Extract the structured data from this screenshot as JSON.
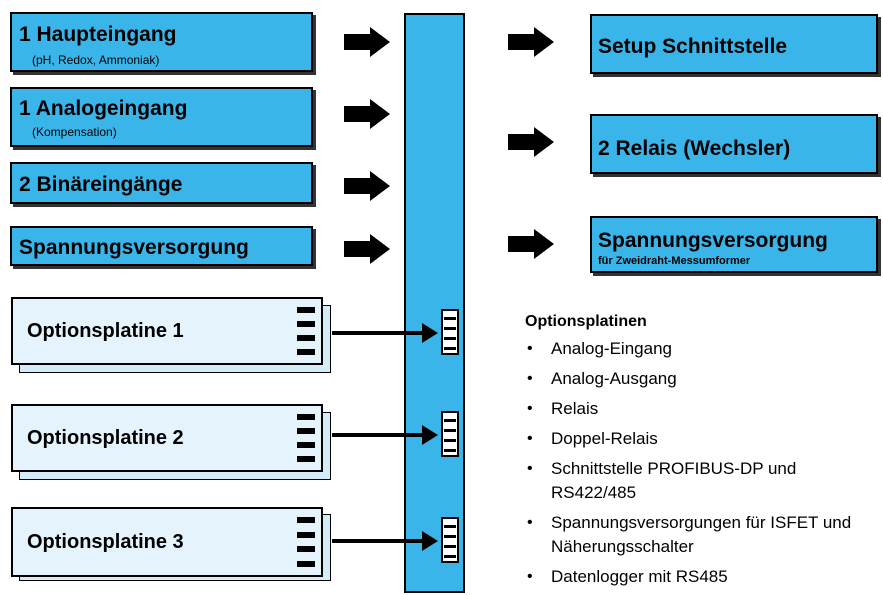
{
  "inputs": {
    "haupteingang": {
      "title": "1 Haupteingang",
      "subtitle": "(pH, Redox, Ammoniak)"
    },
    "analogeingang": {
      "title": "1 Analogeingang",
      "subtitle": "(Kompensation)"
    },
    "binaereingaenge": {
      "title": "2 Binäreingänge"
    },
    "spannungsversorgung": {
      "title": "Spannungsversorgung"
    }
  },
  "options": [
    {
      "label": "Optionsplatine 1"
    },
    {
      "label": "Optionsplatine 2"
    },
    {
      "label": "Optionsplatine 3"
    }
  ],
  "outputs": {
    "setup": {
      "title": "Setup Schnittstelle"
    },
    "relais": {
      "title": "2 Relais (Wechsler)"
    },
    "versorgung": {
      "title": "Spannungsversorgung",
      "subtitle": "für Zweidraht-Messumformer"
    }
  },
  "option_list": {
    "heading": "Optionsplatinen",
    "items": [
      "Analog-Eingang",
      "Analog-Ausgang",
      "Relais",
      "Doppel-Relais",
      "Schnittstelle PROFIBUS-DP und RS422/485",
      "Spannungsversorgungen für ISFET und Näherungsschalter",
      "Datenlogger mit RS485"
    ]
  },
  "colors": {
    "box_fill": "#39b5ea",
    "option_fill": "#e5f4fc",
    "outline": "#000000"
  }
}
